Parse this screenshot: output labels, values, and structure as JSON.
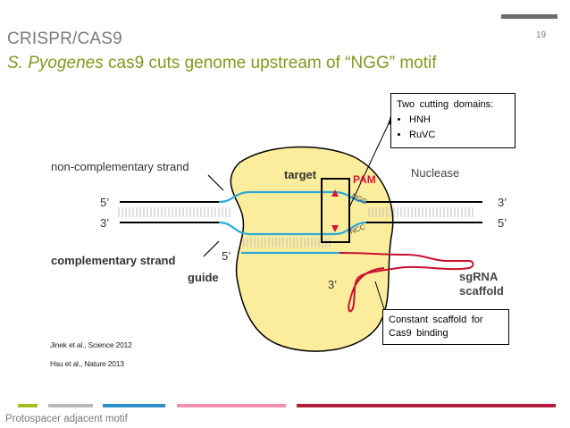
{
  "slide": {
    "number": "19",
    "title_line1": "CRISPR/CAS9",
    "title_line2_italic": "S. Pyogenes",
    "title_line2_rest": " cas9 cuts genome upstream of “NGG” motif",
    "footer": "Protospacer adjacent motif"
  },
  "diagram": {
    "non_complementary_strand": "non-complementary strand",
    "complementary_strand": "complementary strand",
    "guide": "guide",
    "target": "target",
    "pam": "PAM",
    "nuclease": "Nuclease",
    "ngg": "NGG",
    "ncc": "NCC",
    "sgrna": "sgRNA",
    "scaffold": "scaffold",
    "five_prime_top_left": "5’",
    "three_prime_top_right": "3’",
    "three_prime_bottom_left": "3’",
    "five_prime_bottom_right": "5’",
    "five_prime_guide": "5’",
    "three_prime_guide": "3’"
  },
  "callouts": {
    "box1_title": "Two cutting domains: ",
    "box1_items": [
      "HNH ",
      "RuVC "
    ],
    "box2_line1": "Constant scaffold for ",
    "box2_line2": "Cas9 binding "
  },
  "references": [
    "Jinek et al., Science 2012",
    "Hsu et al., Nature 2013"
  ],
  "colors": {
    "title_gray": "#7a7a7a",
    "title_green": "#7f9a1f",
    "blob_fill": "#fbed9c",
    "dna_blue": "#2aa9dd",
    "rna_red": "#c8102e",
    "pam_red": "#d6153a",
    "footer_bars": [
      "#a3c11a",
      "#b8b8b8",
      "#2e8fc6",
      "#f08fb0",
      "#b01e3a"
    ]
  }
}
